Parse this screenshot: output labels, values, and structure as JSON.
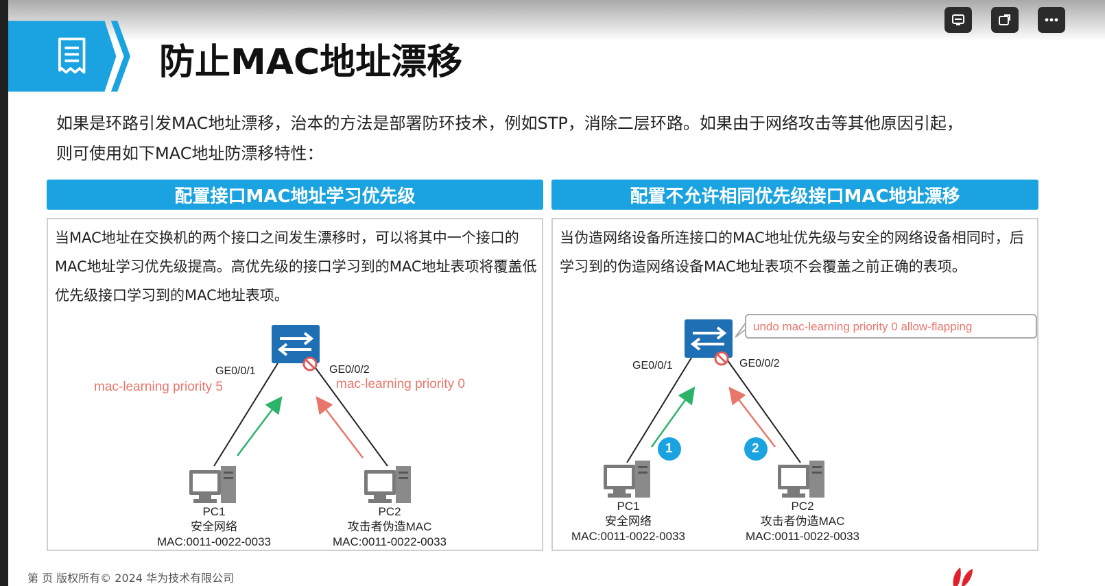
{
  "slide": {
    "title": "防止MAC地址漂移",
    "intro_line1": "如果是环路引发MAC地址漂移，治本的方法是部署防环技术，例如STP，消除二层环路。如果由于网络攻击等其他原因引起，",
    "intro_line2": "则可使用如下MAC地址防漂移特性："
  },
  "toolbar": {
    "icons": [
      "caption-icon",
      "popout-icon",
      "more-icon"
    ]
  },
  "left_panel": {
    "heading": "配置接口MAC地址学习优先级",
    "text": "当MAC地址在交换机的两个接口之间发生漂移时，可以将其中一个接口的MAC地址学习优先级提高。高优先级的接口学习到的MAC地址表项将覆盖低优先级接口学习到的MAC地址表项。",
    "port1": "GE0/0/1",
    "port2": "GE0/0/2",
    "priority1": "mac-learning priority 5",
    "priority2": "mac-learning priority 0",
    "pc1": {
      "name": "PC1",
      "desc": "安全网络",
      "mac": "MAC:0011-0022-0033"
    },
    "pc2": {
      "name": "PC2",
      "desc": "攻击者伪造MAC",
      "mac": "MAC:0011-0022-0033"
    }
  },
  "right_panel": {
    "heading": "配置不允许相同优先级接口MAC地址漂移",
    "text": "当伪造网络设备所连接口的MAC地址优先级与安全的网络设备相同时，后学习到的伪造网络设备MAC地址表项不会覆盖之前正确的表项。",
    "command": "undo mac-learning priority 0 allow-flapping",
    "port1": "GE0/0/1",
    "port2": "GE0/0/2",
    "step1": "1",
    "step2": "2",
    "pc1": {
      "name": "PC1",
      "desc": "安全网络",
      "mac": "MAC:0011-0022-0033"
    },
    "pc2": {
      "name": "PC2",
      "desc": "攻击者伪造MAC",
      "mac": "MAC:0011-0022-0033"
    }
  },
  "footer": {
    "text": "第   页    版权所有© 2024 华为技术有限公司"
  },
  "colors": {
    "accent": "#1aa3e0",
    "switch": "#1f6fb5",
    "green_arrow": "#2bb36a",
    "red_arrow": "#e8766b",
    "blocked": "#e05a5a"
  }
}
